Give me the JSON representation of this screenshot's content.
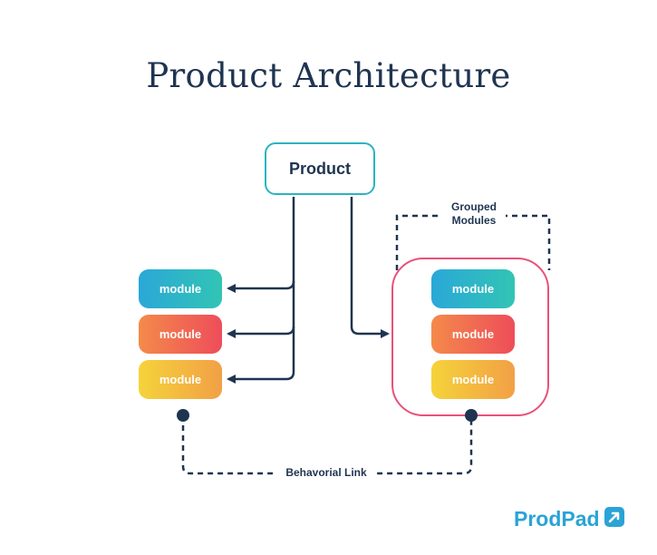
{
  "title": "Product Architecture",
  "product": {
    "label": "Product"
  },
  "modules_left": [
    {
      "label": "module",
      "color": "teal"
    },
    {
      "label": "module",
      "color": "red"
    },
    {
      "label": "module",
      "color": "yellow"
    }
  ],
  "modules_grouped": [
    {
      "label": "module",
      "color": "teal"
    },
    {
      "label": "module",
      "color": "red"
    },
    {
      "label": "module",
      "color": "yellow"
    }
  ],
  "grouped_label": {
    "line1": "Grouped",
    "line2": "Modules"
  },
  "link_label": "Behavorial Link",
  "brand": {
    "name": "ProdPad"
  },
  "colors": {
    "navy": "#1f3451",
    "teal_border": "#2bb3c0",
    "pink_group": "#e8517a",
    "brand_blue": "#2aa3d6"
  }
}
